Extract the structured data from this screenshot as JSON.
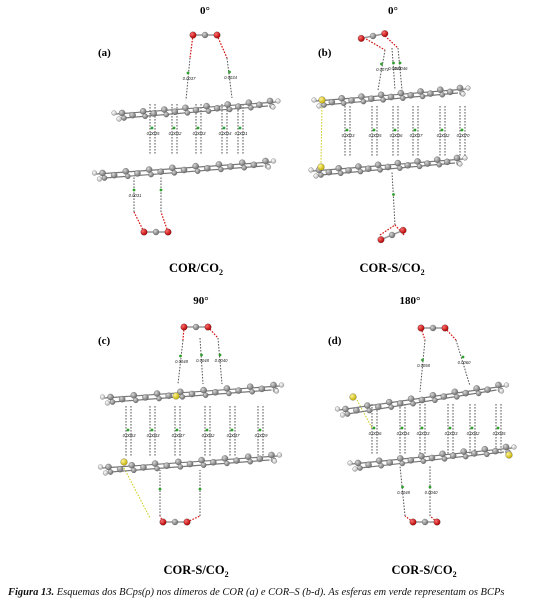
{
  "panels": [
    {
      "id": "a",
      "letter": "(a)",
      "angle": "0°",
      "label": "COR/CO",
      "label_sub": "2",
      "bcp_values": [
        "0.0037",
        "0.0034",
        "0.0035",
        "0.0032",
        "0.0033",
        "0.0034",
        "0.0031",
        "0.0031"
      ]
    },
    {
      "id": "b",
      "letter": "(b)",
      "angle": "0°",
      "label": "COR-S/CO",
      "label_sub": "2",
      "bcp_values": [
        "0.0071",
        "0.0040",
        "0.0046",
        "0.0033",
        "0.0035",
        "0.0036",
        "0.0037",
        "0.0042",
        "0.0070"
      ]
    },
    {
      "id": "c",
      "letter": "(c)",
      "angle": "90°",
      "label": "COR-S/CO",
      "label_sub": "2",
      "bcp_values": [
        "0.0048",
        "0.0048",
        "0.0040",
        "0.0053",
        "0.0043",
        "0.0047",
        "0.0042",
        "0.0047",
        "0.0029"
      ]
    },
    {
      "id": "d",
      "letter": "(d)",
      "angle": "180°",
      "label": "COR-S/CO",
      "label_sub": "2",
      "bcp_values": [
        "0.0058",
        "0.0060",
        "0.0036",
        "0.0034",
        "0.0033",
        "0.0033",
        "0.0042",
        "0.0045",
        "0.0048",
        "0.0040"
      ]
    }
  ],
  "caption": {
    "prefix": "Figura 13.",
    "text": " Esquemas dos BCps(ρ) nos dímeros de COR (a) e COR–S (b-d). As esferas em verde representam os BCPs"
  },
  "colors": {
    "carbon": "#8a8a8a",
    "hydrogen": "#e8e8e8",
    "oxygen": "#d41010",
    "sulfur": "#e6d21a",
    "bcp": "#2ea02e",
    "bond_path": "#555555",
    "bond_path_oxygen": "#d41010",
    "bond_path_sulfur": "#cccc20"
  }
}
